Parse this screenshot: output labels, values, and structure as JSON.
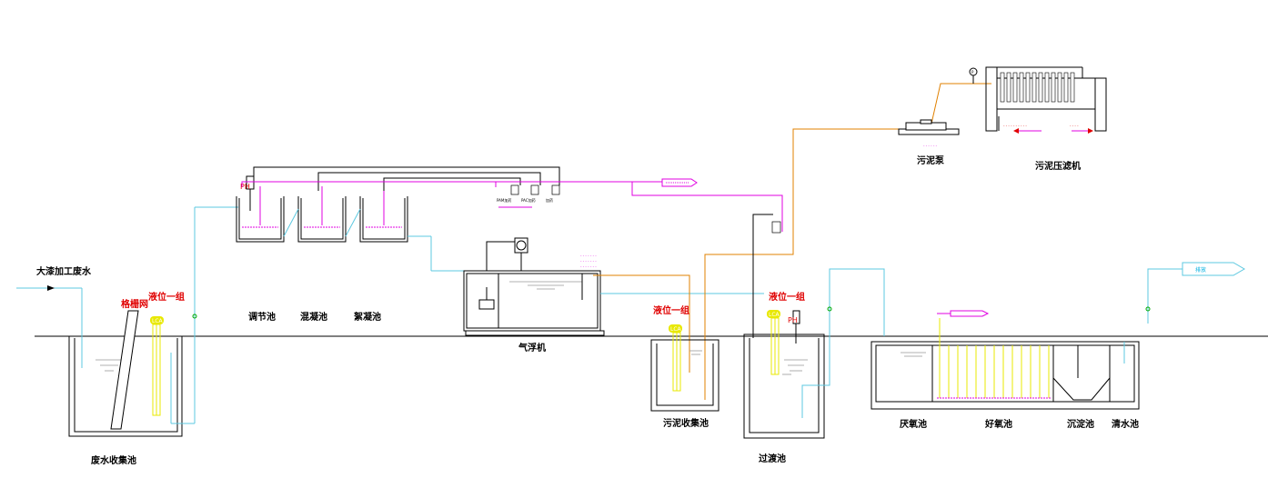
{
  "labels": {
    "inflow": "大漆加工废水",
    "screen": "格栅网",
    "wastewater_tank": "废水收集池",
    "level_1": "液位一组",
    "level_2": "液位一组",
    "level_3": "液位一组",
    "regulating_tank": "调节池",
    "coagulation_tank": "混凝池",
    "flocculation_tank": "絮凝池",
    "air_flotation": "气浮机",
    "sludge_tank": "污泥收集池",
    "transition_tank": "过渡池",
    "anoxic_tank": "厌氧池",
    "aerobic_tank": "好氧池",
    "settling_tank": "沉淀池",
    "clear_tank": "清水池",
    "sludge_pump": "污泥泵",
    "filter_press": "污泥压滤机",
    "ph_1": "PH",
    "ph_2": "PH",
    "lca": "LCA",
    "outlet": "排放",
    "pressure": "P",
    "dosing_1": "PAM加药",
    "dosing_2": "PAC加药",
    "dosing_3": "加药"
  }
}
